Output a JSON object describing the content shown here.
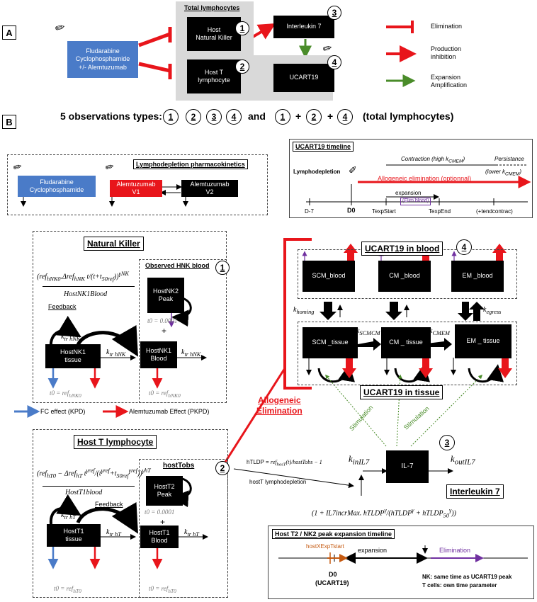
{
  "panel_a": {
    "label": "A",
    "drugs": "Fludarabine\nCyclophosphamide\n+/- Alemtuzumab",
    "group_title": "Total lymphocytes",
    "host_nk": "Host\nNatural Killer",
    "host_t": "Host T\nlymphocyte",
    "il7": "Interleukin 7",
    "ucart": "UCART19",
    "n1": "1",
    "n2": "2",
    "n3": "3",
    "n4": "4",
    "legend": {
      "elimination": "Elimination",
      "production_inhibition": "Production\ninhibition",
      "expansion": "Expansion\nAmplification"
    }
  },
  "panel_b": {
    "label": "B",
    "obs_text": "5 observations types:",
    "and_text": "and",
    "plus": "+",
    "total_text": "(total lymphocytes)"
  },
  "lympho_pk": {
    "title": "Lymphodepletion pharmacokinetics",
    "flu_cy": "Fludarabine\nCyclophosphamide",
    "alem_v1": "Alemtuzumab\nV1",
    "alem_v2": "Alemtuzumab\nV2"
  },
  "timeline": {
    "title": "UCART19 timeline",
    "lymphodepletion": "Lymphodepletion",
    "contraction": "Contraction (high k",
    "contraction_sub": "CMEM",
    "contraction_end": ")",
    "persistance": "Persistance",
    "lower": "(lower k",
    "lower_end": ")",
    "allogeneic": "Allogeneic elimination (optionnal)",
    "expansion": "expansion",
    "elim_blood": "(Elim blood)",
    "d7": "D-7",
    "d0": "D0",
    "texpstart": "TexpStart",
    "texpend": "TexpEnd",
    "tendcontrac": "(+tendcontrac)"
  },
  "nk": {
    "title": "Natural Killer",
    "formula_top": "ref",
    "formula_bottom": "HostNK1Blood",
    "feedback": "Feedback",
    "observed": "Observed HNK blood",
    "nk2": "HostNK2\nPeak",
    "nk1_tissue": "HostNK1\ntissue",
    "nk1_blood": "HostNK1\nBlood",
    "t0_peak": "t0 = 0.0001",
    "plus": "+",
    "t0_tissue": "t0 = ref",
    "t0_blood": "t0 = ref",
    "ktr": "k",
    "n1": "1"
  },
  "legend_effects": {
    "fc": "FC effect (KPD)",
    "alem": "Alemtuzumab Effect (PKPD)"
  },
  "host_t": {
    "title": "Host T lymphocyte",
    "formula_bottom": "HostT1blood",
    "feedback": "Feedback",
    "hosttobs": "hostTobs",
    "t2": "HostT2\nPeak",
    "t1_tissue": "HostT1\ntissue",
    "t1_blood": "HostT1\nBlood",
    "t0_peak": "t0 = 0.0001",
    "plus": "+",
    "t0_tissue": "t0 = ref",
    "t0_blood": "t0 = ref",
    "n2": "2"
  },
  "allogeneic": "Allogeneic\nElimination",
  "ucart": {
    "blood_title": "UCART19 in blood",
    "tissue_title": "UCART19 in tissue",
    "scm_blood": "SCM_blood",
    "cm_blood": "CM _blood",
    "em_blood": "EM _blood",
    "scm_tissue": "SCM _tissue",
    "cm_tissue": "CM _ tissue",
    "em_tissue": "EM _ tissue",
    "khoming": "k",
    "kegress": "k",
    "kscmcm": "k",
    "kcmem": "k",
    "n4": "4"
  },
  "il7": {
    "box": "IL-7",
    "title": "Interleukin 7",
    "stimulation": "Stimulation",
    "htldp": "hTLDP =",
    "depletion": "hostT lymphodepletion",
    "kin": "k",
    "kout": "k",
    "n3": "3"
  },
  "peak_timeline": {
    "title": "Host T2 / NK2 peak expansion timeline",
    "start": "hostXExpTstart",
    "expansion": "expansion",
    "elimination": "Elimination",
    "d0": "D0",
    "ucart": "(UCART19)",
    "note1": "NK: same time as UCART19 peak",
    "note2": "T cells: own time parameter"
  },
  "colors": {
    "red": "#e8151b",
    "blue": "#4a7bc8",
    "green": "#4a8c2a",
    "purple": "#7030a0",
    "orange": "#c55a11",
    "gray_panel": "#d9d9d9"
  }
}
